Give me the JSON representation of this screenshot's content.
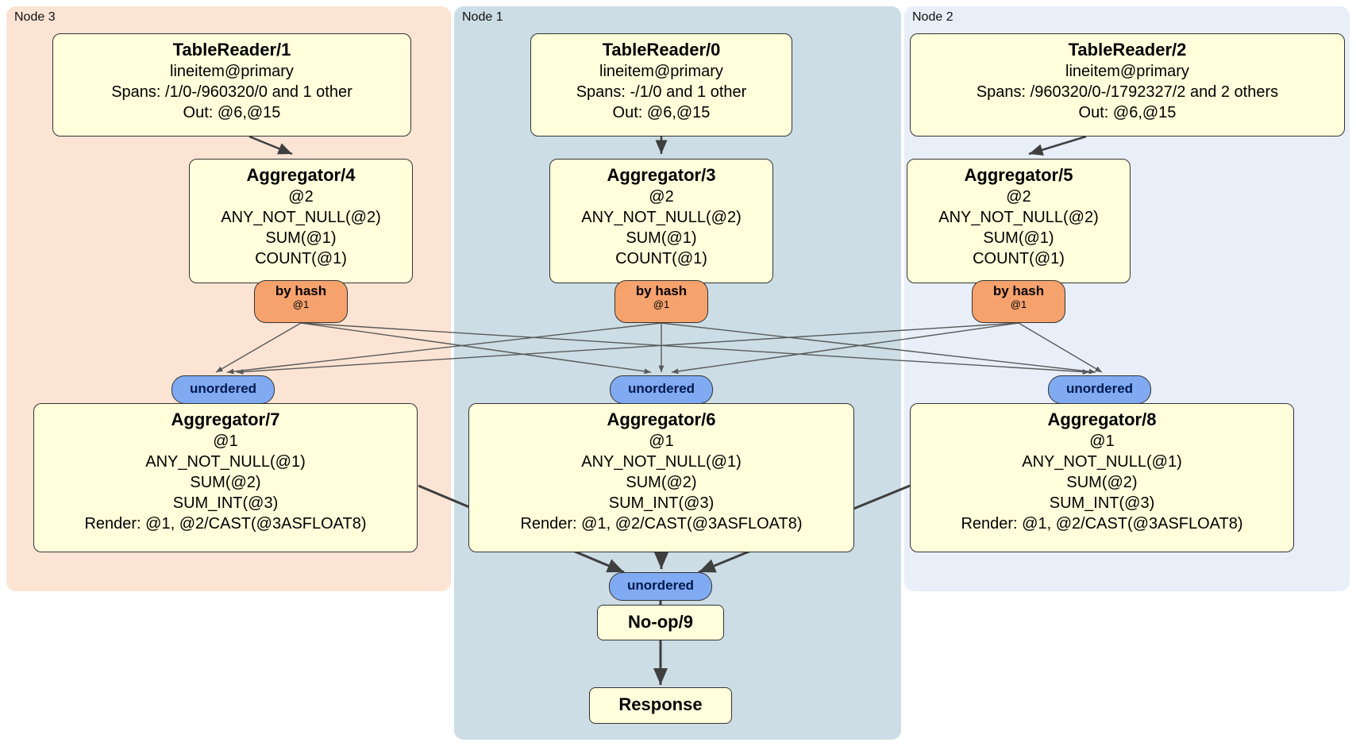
{
  "groups": [
    {
      "label": "Node 3",
      "table_reader": {
        "title": "TableReader/1",
        "lines": [
          "lineitem@primary",
          "Spans: /1/0-/960320/0 and 1 other",
          "Out: @6,@15"
        ]
      },
      "aggregator_top": {
        "title": "Aggregator/4",
        "lines": [
          "@2",
          "ANY_NOT_NULL(@2)",
          "SUM(@1)",
          "COUNT(@1)"
        ]
      },
      "router": {
        "label": "by hash",
        "detail": "@1"
      },
      "sync": {
        "label": "unordered"
      },
      "aggregator_bottom": {
        "title": "Aggregator/7",
        "lines": [
          "@1",
          "ANY_NOT_NULL(@1)",
          "SUM(@2)",
          "SUM_INT(@3)",
          "Render: @1, @2/CAST(@3ASFLOAT8)"
        ]
      }
    },
    {
      "label": "Node 1",
      "table_reader": {
        "title": "TableReader/0",
        "lines": [
          "lineitem@primary",
          "Spans: -/1/0 and 1 other",
          "Out: @6,@15"
        ]
      },
      "aggregator_top": {
        "title": "Aggregator/3",
        "lines": [
          "@2",
          "ANY_NOT_NULL(@2)",
          "SUM(@1)",
          "COUNT(@1)"
        ]
      },
      "router": {
        "label": "by hash",
        "detail": "@1"
      },
      "sync": {
        "label": "unordered"
      },
      "aggregator_bottom": {
        "title": "Aggregator/6",
        "lines": [
          "@1",
          "ANY_NOT_NULL(@1)",
          "SUM(@2)",
          "SUM_INT(@3)",
          "Render: @1, @2/CAST(@3ASFLOAT8)"
        ]
      }
    },
    {
      "label": "Node 2",
      "table_reader": {
        "title": "TableReader/2",
        "lines": [
          "lineitem@primary",
          "Spans: /960320/0-/1792327/2 and 2 others",
          "Out: @6,@15"
        ]
      },
      "aggregator_top": {
        "title": "Aggregator/5",
        "lines": [
          "@2",
          "ANY_NOT_NULL(@2)",
          "SUM(@1)",
          "COUNT(@1)"
        ]
      },
      "router": {
        "label": "by hash",
        "detail": "@1"
      },
      "sync": {
        "label": "unordered"
      },
      "aggregator_bottom": {
        "title": "Aggregator/8",
        "lines": [
          "@1",
          "ANY_NOT_NULL(@1)",
          "SUM(@2)",
          "SUM_INT(@3)",
          "Render: @1, @2/CAST(@3ASFLOAT8)"
        ]
      }
    }
  ],
  "final_chain": {
    "sync_label": "unordered",
    "noop_label": "No-op/9",
    "response_label": "Response"
  },
  "colors": {
    "node3_bg": "#fce4d4",
    "node1_bg": "#ccdde5",
    "node2_bg": "#e9eff9",
    "box_fill": "#ffffdb",
    "router_fill": "#f6a26d",
    "sync_fill": "#80aaf2"
  }
}
